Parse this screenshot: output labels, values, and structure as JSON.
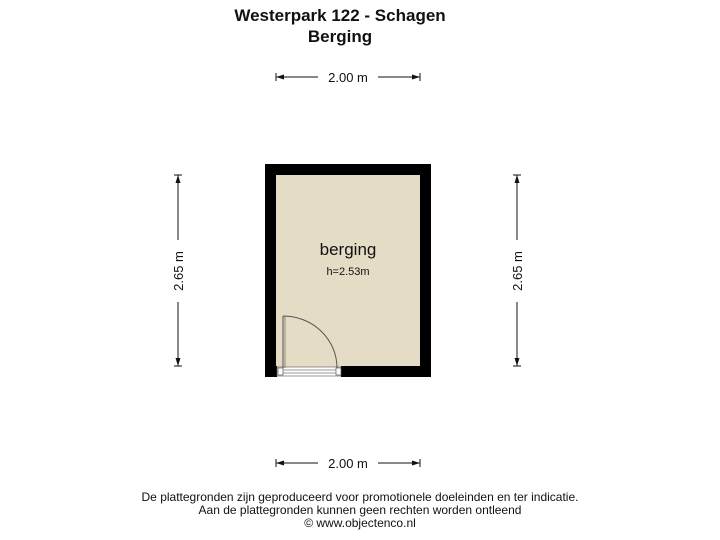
{
  "header": {
    "address": "Westerpark 122 - Schagen",
    "floor": "Berging"
  },
  "room": {
    "name": "berging",
    "height": "h=2.53m",
    "fill_color": "#e4dcc5",
    "wall_color": "#000000"
  },
  "dimensions": {
    "top": "2.00 m",
    "bottom": "2.00 m",
    "left": "2.65 m",
    "right": "2.65 m"
  },
  "footer": {
    "line1": "De plattegronden zijn geproduceerd voor promotionele doeleinden en ter indicatie.",
    "line2": "Aan de plattegronden kunnen geen rechten worden ontleend",
    "line3": "© www.objectenco.nl"
  }
}
